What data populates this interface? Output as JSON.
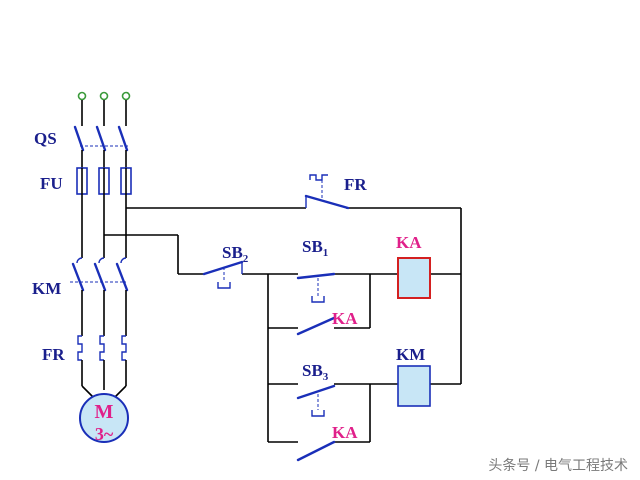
{
  "labels": {
    "qs": "QS",
    "fu": "FU",
    "km_main": "KM",
    "fr_main": "FR",
    "motor_m": "M",
    "motor_phase": "3~",
    "fr_ctrl": "FR",
    "sb2": "SB",
    "sb2_sub": "2",
    "sb1": "SB",
    "sb1_sub": "1",
    "sb3": "SB",
    "sb3_sub": "3",
    "ka_coil": "KA",
    "km_coil": "KM",
    "ka_contact_1": "KA",
    "ka_contact_2": "KA"
  },
  "watermark": "头条号 / 电气工程技术",
  "colors": {
    "label_navy": "#1a1f8c",
    "label_pink": "#e0208a",
    "contact_blue": "#1a2fb8",
    "ka_coil_border": "#d42020",
    "coil_fill": "#c8e6f6",
    "terminal_green": "#3a9a3a",
    "motor_fill": "#c8e6f6"
  }
}
